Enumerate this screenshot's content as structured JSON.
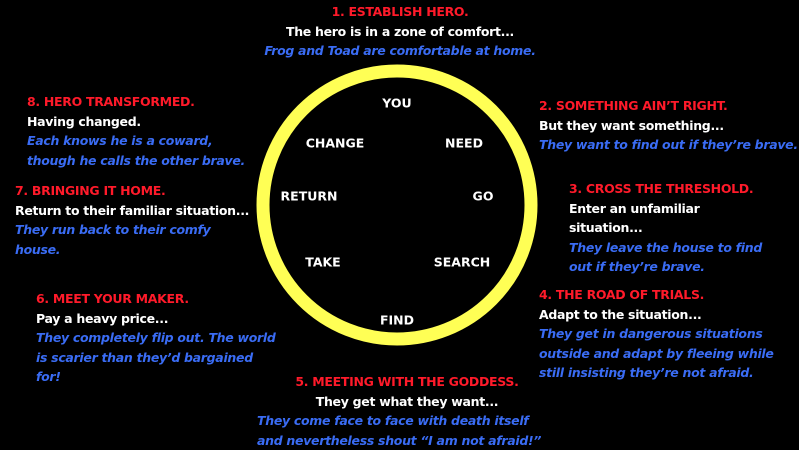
{
  "colors": {
    "title": "#ff1a2a",
    "subtitle": "#ffffff",
    "example": "#3a6cf4",
    "circle": "#ffff55"
  },
  "circle_words": [
    "YOU",
    "NEED",
    "GO",
    "SEARCH",
    "FIND",
    "TAKE",
    "RETURN",
    "CHANGE"
  ],
  "stages": [
    {
      "title": "1. ESTABLISH HERO.",
      "subtitle": "The hero is in a zone of comfort...",
      "example": "Frog and Toad are comfortable at home."
    },
    {
      "title": "2. SOMETHING AIN’T RIGHT.",
      "subtitle": "But they want something...",
      "example": "They want to find out if they’re brave."
    },
    {
      "title": "3. CROSS THE THRESHOLD.",
      "subtitle": "Enter an unfamiliar situation...",
      "example": "They leave the house to find out if they’re brave."
    },
    {
      "title": "4. THE ROAD OF TRIALS.",
      "subtitle": "Adapt to the situation...",
      "example": "They get in dangerous situations outside and adapt by fleeing while still insisting they’re not afraid."
    },
    {
      "title": "5. MEETING WITH THE GODDESS.",
      "subtitle": "They get what they want...",
      "example": "They come face to face with death itself and nevertheless shout “I am not afraid!”"
    },
    {
      "title": "6. MEET YOUR MAKER.",
      "subtitle": "Pay a heavy price...",
      "example": "They completely flip out. The world is scarier than they’d bargained for!"
    },
    {
      "title": "7. BRINGING IT HOME.",
      "subtitle": "Return to their familiar situation...",
      "example": "They run back to their comfy house."
    },
    {
      "title": "8. HERO TRANSFORMED.",
      "subtitle": "Having changed.",
      "example": "Each knows he is a coward, though he calls the other brave."
    }
  ]
}
